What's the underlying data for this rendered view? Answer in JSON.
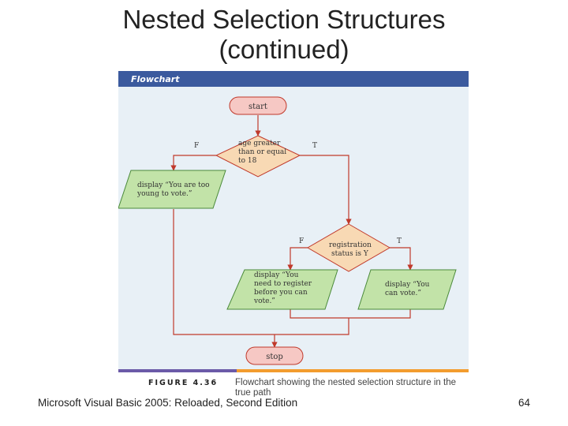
{
  "slide": {
    "title_line1": "Nested Selection Structures",
    "title_line2": "(continued)",
    "footer": "Microsoft Visual Basic 2005: Reloaded, Second Edition",
    "page_number": "64"
  },
  "figure": {
    "header": "Flowchart",
    "label": "FIGURE 4.36",
    "caption_line1": "Flowchart showing the nested selection structure in the",
    "caption_line2": "true path",
    "colors": {
      "header_bg": "#3b5a9e",
      "canvas_bg": "#e8f0f6",
      "terminal_fill": "#f6c8c4",
      "decision_fill": "#f8d9b4",
      "io_fill": "#c2e3a8",
      "line": "#c0392b",
      "bar_orange": "#f39c2e",
      "bar_purple": "#6b5aa8"
    },
    "nodes": {
      "start": "start",
      "decision1": [
        "age greater",
        "than or equal",
        "to 18"
      ],
      "d1_false": "F",
      "d1_true": "T",
      "io_too_young": [
        "display “You are too",
        "young to vote.”"
      ],
      "decision2": [
        "registration",
        "status is Y"
      ],
      "d2_false": "F",
      "d2_true": "T",
      "io_register": [
        "display “You",
        "need to register",
        "before you can",
        "vote.”"
      ],
      "io_can_vote": [
        "display “You",
        "can vote.”"
      ],
      "stop": "stop"
    }
  }
}
